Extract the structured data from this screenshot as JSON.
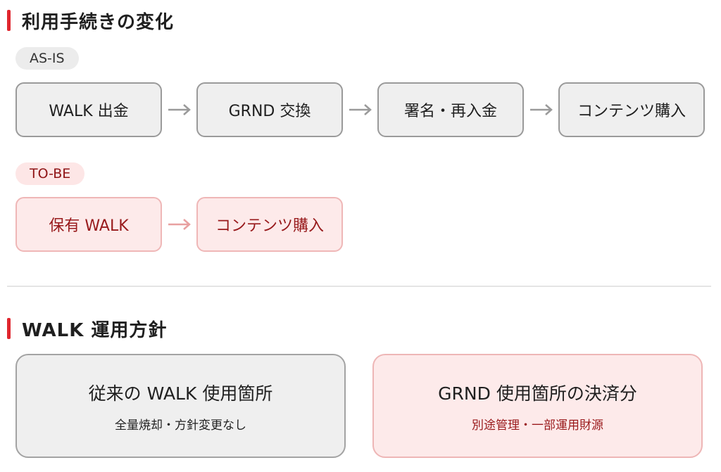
{
  "section1": {
    "title": "利用手続きの変化",
    "asis": {
      "tag": "AS-IS",
      "steps": [
        "WALK 出金",
        "GRND 交換",
        "署名・再入金",
        "コンテンツ購入"
      ]
    },
    "tobe": {
      "tag": "TO-BE",
      "steps": [
        "保有 WALK",
        "コンテンツ購入"
      ]
    }
  },
  "section2": {
    "title": "WALK 運用方針",
    "cards": [
      {
        "title": "従来の WALK 使用箇所",
        "sub": "全量焼却・方針変更なし"
      },
      {
        "title": "GRND 使用箇所の決済分",
        "sub": "別途管理・一部運用財源"
      }
    ]
  },
  "colors": {
    "accent": "#e0262e",
    "asis_border": "#9a9a9a",
    "asis_fill": "#efefef",
    "tobe_border": "#efb7b7",
    "tobe_fill": "#fdeaea",
    "tobe_text": "#981a1c",
    "arrow_asis": "#9a9a9a",
    "arrow_tobe": "#e8a0a0"
  }
}
